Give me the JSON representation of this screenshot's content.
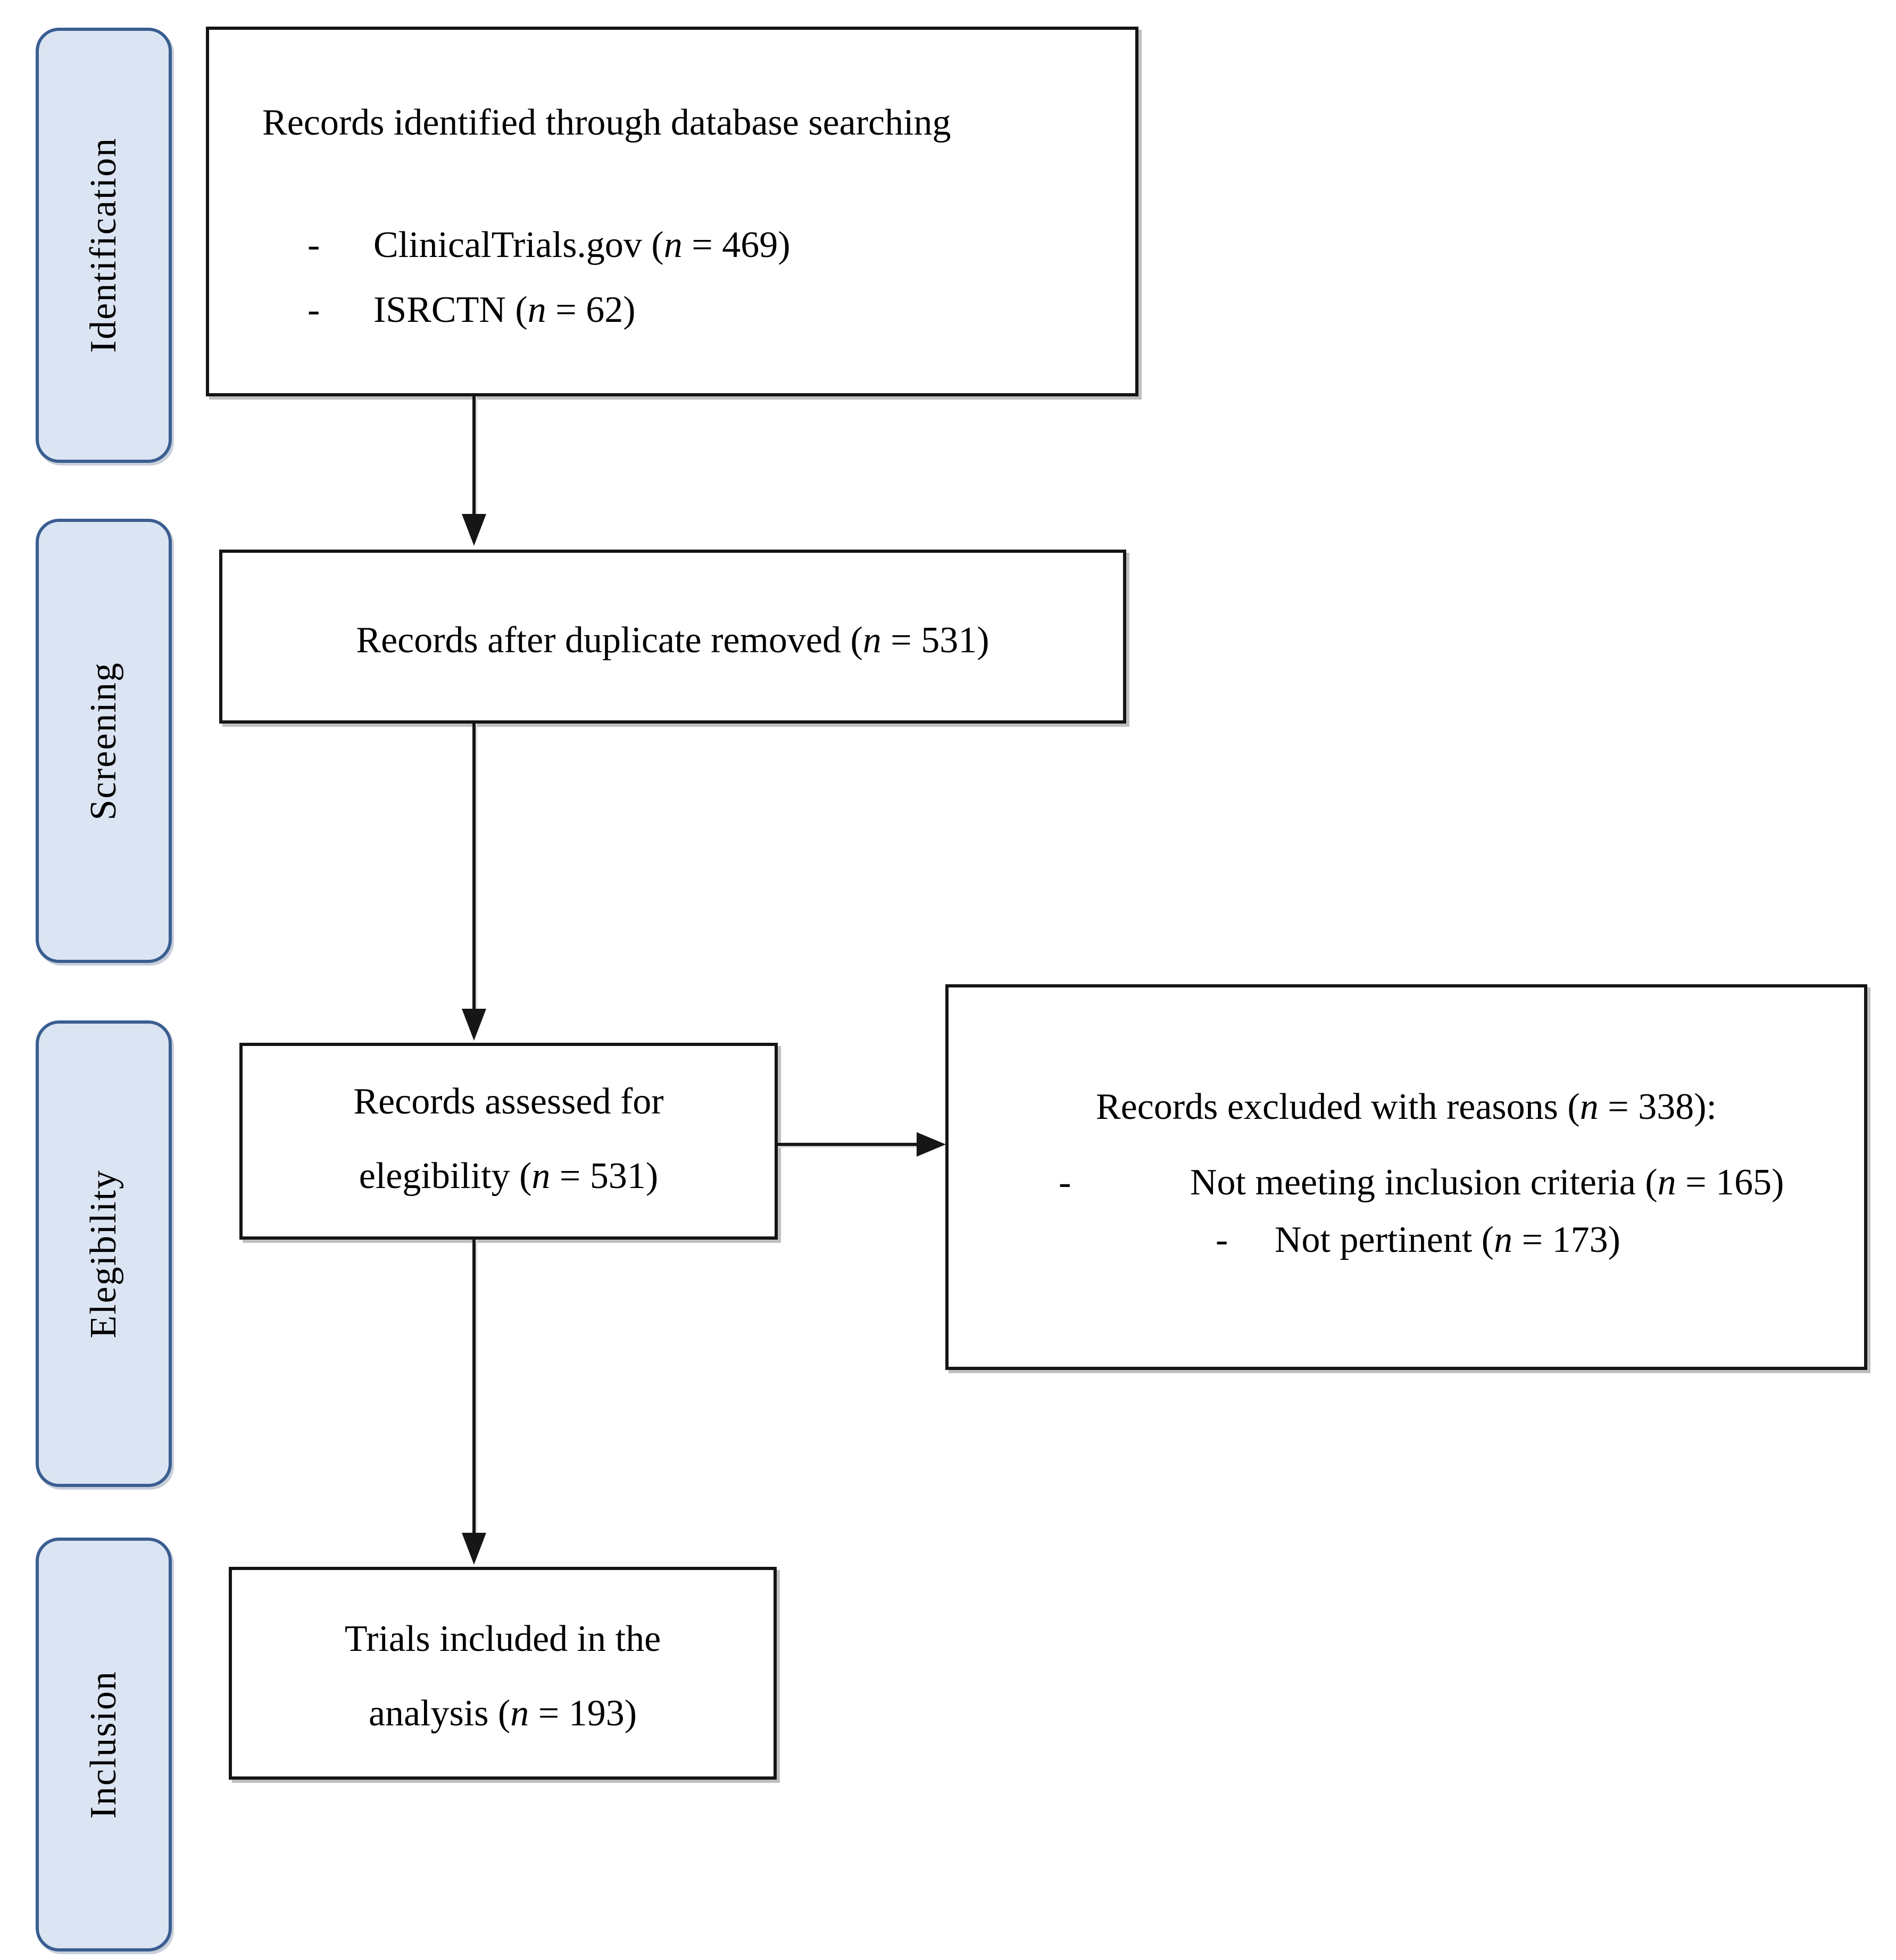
{
  "colors": {
    "background": "#ffffff",
    "stage_fill": "#dbe4f2",
    "stage_border": "#3b5e91",
    "box_border": "#141414",
    "arrow": "#161616",
    "shadow": "#bfbfbf"
  },
  "sidebar": {
    "labels": [
      "Identification",
      "Screening",
      "Elegibility",
      "Inclusion"
    ]
  },
  "boxes": {
    "identification": {
      "title": "Records identified through database searching",
      "bullets": [
        {
          "dash": "-",
          "before": "ClinicalTrials.gov (",
          "n": "n",
          "after": " = 469)"
        },
        {
          "dash": "-",
          "before": "ISRCTN (",
          "n": "n",
          "after": " = 62)"
        }
      ]
    },
    "screening": {
      "line": {
        "before": "Records after duplicate removed (",
        "n": "n",
        "after": " = 531)"
      }
    },
    "eligibility": {
      "line1": "Records assessed for",
      "line2": {
        "before": "elegibility (",
        "n": "n",
        "after": " = 531)"
      }
    },
    "excluded": {
      "title": {
        "before": "Records excluded with reasons (",
        "n": "n",
        "after": " = 338):"
      },
      "bullets": [
        {
          "dash": "-",
          "before": "Not meeting inclusion criteria (",
          "n": "n",
          "after": " = 165)"
        },
        {
          "dash": "-",
          "before": "Not pertinent (",
          "n": "n",
          "after": " = 173)"
        }
      ]
    },
    "included": {
      "line1": "Trials included in the",
      "line2": {
        "before": "analysis (",
        "n": "n",
        "after": " = 193)"
      }
    }
  }
}
